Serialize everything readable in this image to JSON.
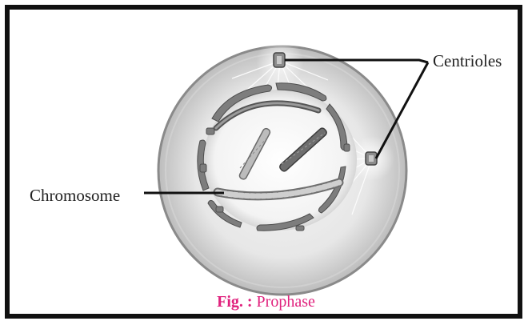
{
  "labels": {
    "centrioles": "Centrioles",
    "chromosome": "Chromosome"
  },
  "caption": {
    "fig": "Fig. :",
    "title": "Prophase"
  },
  "colors": {
    "caption": "#e0217d",
    "border": "#111111",
    "leader_lines": "#111111"
  }
}
